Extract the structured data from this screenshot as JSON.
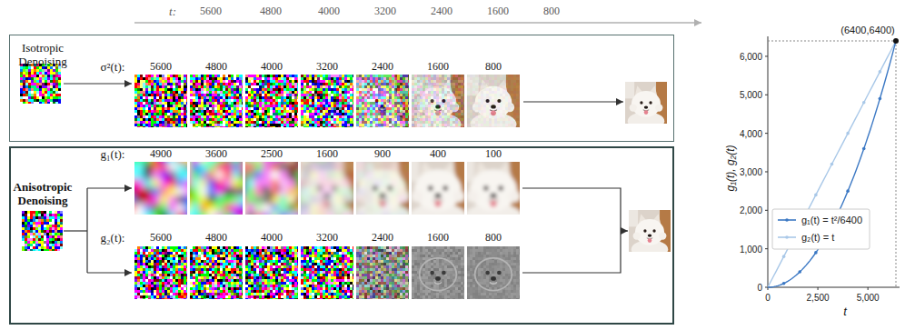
{
  "diagram": {
    "nodes": [
      {
        "text": [
          "Isotropic Denoising"
        ]
      },
      {
        "text": [
          "Anisotropic Denoising"
        ]
      }
    ],
    "labels": [
      "t:",
      "5600",
      "4800",
      "4000",
      "3200",
      "2400",
      "1600",
      "800",
      "σ²(t):",
      "5600",
      "4800",
      "4000",
      "3200",
      "2400",
      "1600",
      "800",
      "g₁(t):",
      "4900",
      "3600",
      "2500",
      "1600",
      "900",
      "400",
      "100",
      "g₂(t):",
      "5600",
      "4800",
      "4000",
      "3200",
      "2400",
      "1600",
      "800",
      "(6400,6400)",
      "0",
      "1,000",
      "2,000",
      "3,000",
      "4,000",
      "5,000",
      "6,000",
      "0",
      "2,500",
      "5,000",
      "t",
      "g₁(t), g₂(t)"
    ],
    "legend": [
      {
        "text": "g₁(t) = t²/6400"
      },
      {
        "text": "g₂(t) = t"
      }
    ]
  }
}
